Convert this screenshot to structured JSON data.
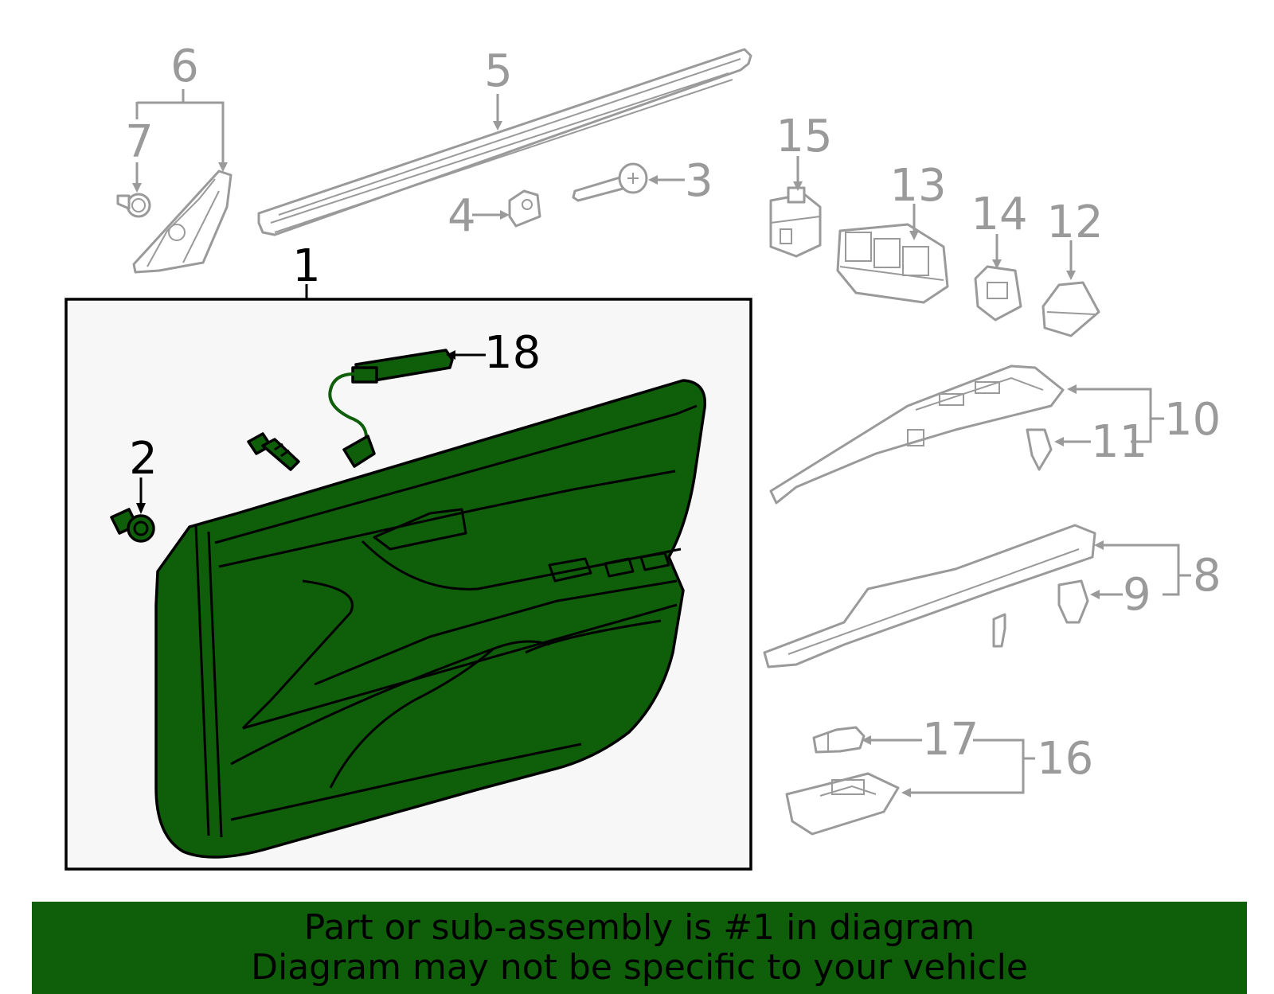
{
  "callouts": {
    "c1": "1",
    "c2": "2",
    "c3": "3",
    "c4": "4",
    "c5": "5",
    "c6": "6",
    "c7": "7",
    "c8": "8",
    "c9": "9",
    "c10": "10",
    "c11": "11",
    "c12": "12",
    "c13": "13",
    "c14": "14",
    "c15": "15",
    "c16": "16",
    "c17": "17",
    "c18": "18"
  },
  "highlight": {
    "color": "#0f5e0a",
    "part": "1"
  },
  "banner": {
    "line1": "Part or sub-assembly is #1 in diagram",
    "line2": "Diagram may not be specific to your vehicle"
  }
}
